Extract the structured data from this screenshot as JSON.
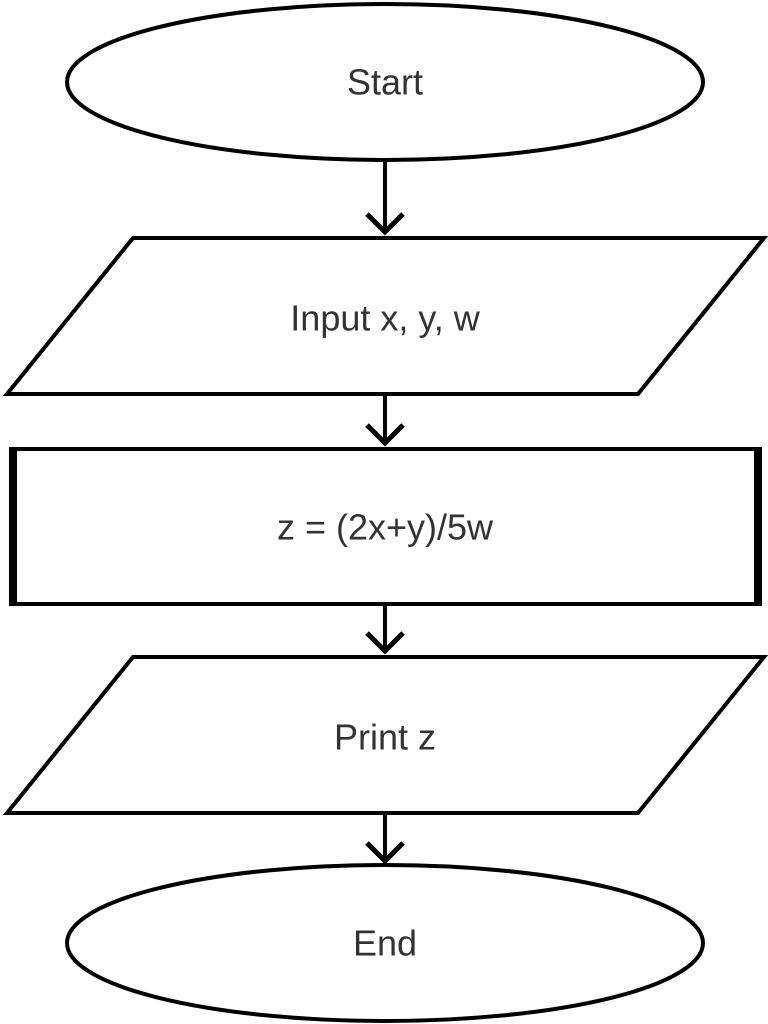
{
  "diagram": {
    "nodes": [
      {
        "id": "start",
        "shape": "terminator",
        "label": "Start"
      },
      {
        "id": "input",
        "shape": "data",
        "label": "Input x, y, w"
      },
      {
        "id": "compute",
        "shape": "process",
        "label": "z = (2x+y)/5w"
      },
      {
        "id": "print",
        "shape": "data",
        "label": "Print z"
      },
      {
        "id": "end",
        "shape": "terminator",
        "label": "End"
      }
    ],
    "edges": [
      {
        "from": "start",
        "to": "input"
      },
      {
        "from": "input",
        "to": "compute"
      },
      {
        "from": "compute",
        "to": "print"
      },
      {
        "from": "print",
        "to": "end"
      }
    ]
  }
}
